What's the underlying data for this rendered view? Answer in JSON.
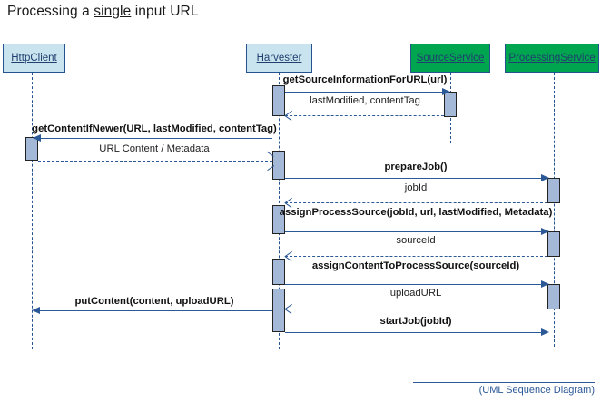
{
  "title": {
    "prefix": "Processing a ",
    "underlined": "single",
    "suffix": " input URL"
  },
  "colors": {
    "client_box_fill": "#c9e3ef",
    "service_box_fill": "#00a550",
    "box_border": "#24538f",
    "label_text": "#1f3f6e",
    "activation_fill": "#a3b9d7",
    "activation_border": "#222222",
    "message_line": "#2b5896",
    "footer_text": "#2b5896"
  },
  "lifelines": [
    {
      "id": "httpclient",
      "label": "HttpClient",
      "style": "blue"
    },
    {
      "id": "harvester",
      "label": "Harvester",
      "style": "blue"
    },
    {
      "id": "sourceservice",
      "label": "SourceService",
      "style": "green"
    },
    {
      "id": "processingservice",
      "label": "ProcessingService",
      "style": "green"
    }
  ],
  "messages": [
    {
      "id": "m1",
      "label": "getSourceInformationForURL(url)",
      "kind": "call",
      "from": "harvester",
      "to": "sourceservice"
    },
    {
      "id": "m2",
      "label": "lastModified, contentTag",
      "kind": "return",
      "from": "sourceservice",
      "to": "harvester"
    },
    {
      "id": "m3",
      "label": "getContentIfNewer(URL, lastModified, contentTag)",
      "kind": "call",
      "from": "harvester",
      "to": "httpclient"
    },
    {
      "id": "m4",
      "label": "URL Content / Metadata",
      "kind": "return",
      "from": "httpclient",
      "to": "harvester"
    },
    {
      "id": "m5",
      "label": "prepareJob()",
      "kind": "call",
      "from": "harvester",
      "to": "processingservice"
    },
    {
      "id": "m6",
      "label": "jobId",
      "kind": "return",
      "from": "processingservice",
      "to": "harvester"
    },
    {
      "id": "m7",
      "label": "assignProcessSource(jobId, url, lastModified, Metadata)",
      "kind": "call",
      "from": "harvester",
      "to": "processingservice"
    },
    {
      "id": "m8",
      "label": "sourceId",
      "kind": "return",
      "from": "processingservice",
      "to": "harvester"
    },
    {
      "id": "m9",
      "label": "assignContentToProcessSource(sourceId)",
      "kind": "call",
      "from": "harvester",
      "to": "processingservice"
    },
    {
      "id": "m10",
      "label": "uploadURL",
      "kind": "return",
      "from": "processingservice",
      "to": "harvester"
    },
    {
      "id": "m11",
      "label": "putContent(content, uploadURL)",
      "kind": "call",
      "from": "harvester",
      "to": "httpclient"
    },
    {
      "id": "m12",
      "label": "startJob(jobId)",
      "kind": "call",
      "from": "harvester",
      "to": "processingservice"
    }
  ],
  "footer": {
    "caption": "(UML Sequence Diagram)"
  }
}
